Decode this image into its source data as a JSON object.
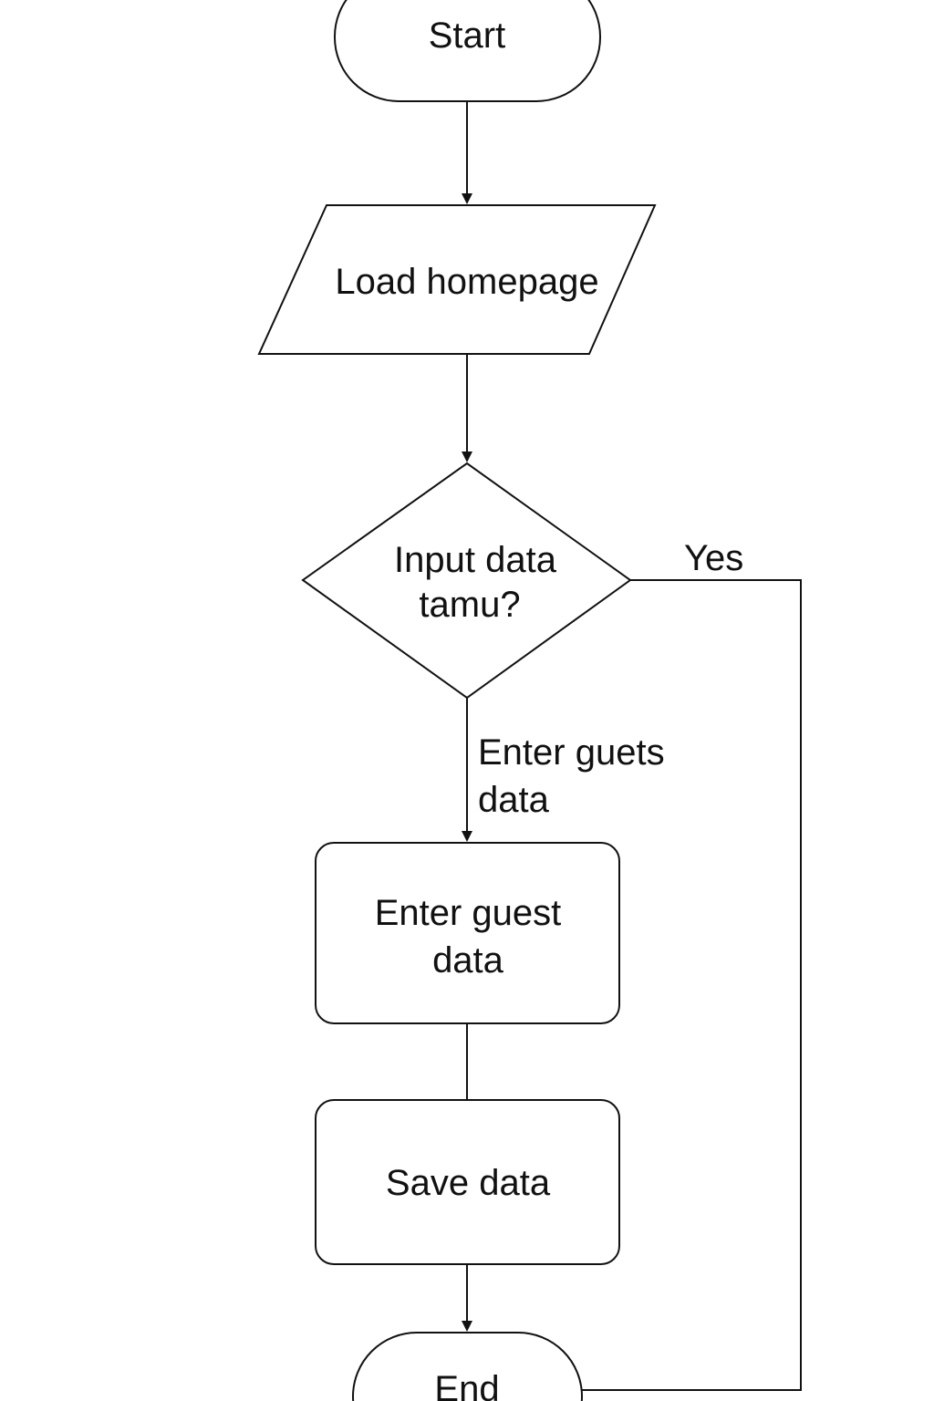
{
  "nodes": {
    "start": {
      "label": "Start"
    },
    "load_homepage": {
      "label": "Load homepage"
    },
    "decision": {
      "line1": "Input data",
      "line2": "tamu?"
    },
    "enter_guest_data": {
      "line1": "Enter guest",
      "line2": "data"
    },
    "save_data": {
      "label": "Save data"
    },
    "end": {
      "label": "End"
    }
  },
  "edges": {
    "yes_label": "Yes",
    "no_label_line1": "Enter guets",
    "no_label_line2": "data"
  }
}
